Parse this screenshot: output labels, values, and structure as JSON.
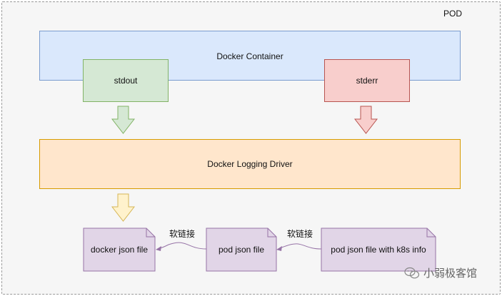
{
  "pod": {
    "label": "POD"
  },
  "container": {
    "label": "Docker Container"
  },
  "stdout": {
    "label": "stdout"
  },
  "stderr": {
    "label": "stderr"
  },
  "driver": {
    "label": "Docker Logging Driver"
  },
  "files": {
    "docker_json": "docker json file",
    "pod_json": "pod json file",
    "pod_json_k8s": "pod json file with k8s info"
  },
  "links": {
    "left": "软链接",
    "right": "软链接"
  },
  "watermark": {
    "text": "小弱极客馆"
  },
  "colors": {
    "container_fill": "#dae8fc",
    "stdout_fill": "#d5e8d4",
    "stderr_fill": "#f8cecc",
    "driver_fill": "#ffe6cc",
    "file_fill": "#e1d5e7",
    "arrow_yellow": "#fff2cc"
  }
}
